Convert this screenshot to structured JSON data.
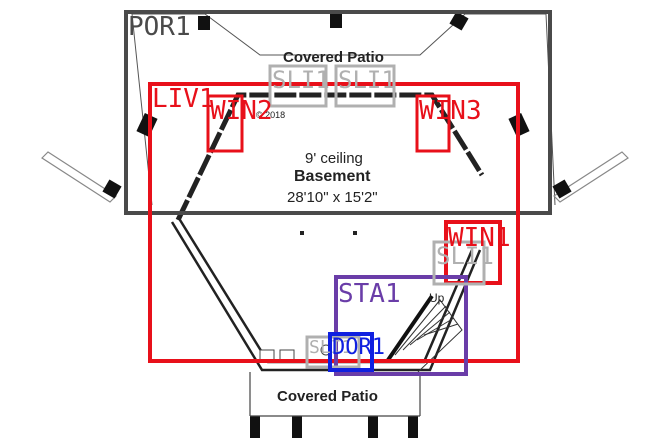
{
  "plan": {
    "top_patio_label": "Covered Patio",
    "bottom_patio_label": "Covered Patio",
    "ceiling_note": "9' ceiling",
    "room_name": "Basement",
    "room_dimensions": "28'10\" x 15'2\"",
    "stair_label": "Up",
    "small_note": "© 2018"
  },
  "annotations": {
    "por1": {
      "label": "POR1",
      "color": "#4a4a4a"
    },
    "liv1": {
      "label": "LIV1",
      "color": "#e8101a"
    },
    "win2": {
      "label": "WIN2",
      "color": "#e8101a"
    },
    "win3": {
      "label": "WIN3",
      "color": "#e8101a"
    },
    "win1": {
      "label": "WIN1",
      "color": "#e8101a"
    },
    "sta1": {
      "label": "STA1",
      "color": "#6a3da8"
    },
    "sli_a": {
      "label": "SLI1",
      "color": "#b0b0b0"
    },
    "sli_b": {
      "label": "SLI1",
      "color": "#b0b0b0"
    },
    "sli_c": {
      "label": "SLI1",
      "color": "#b0b0b0"
    },
    "sli_d": {
      "label": "SLI1",
      "color": "#b0b0b0"
    },
    "dor1": {
      "label": "DOR1",
      "color": "#1020e0"
    }
  }
}
